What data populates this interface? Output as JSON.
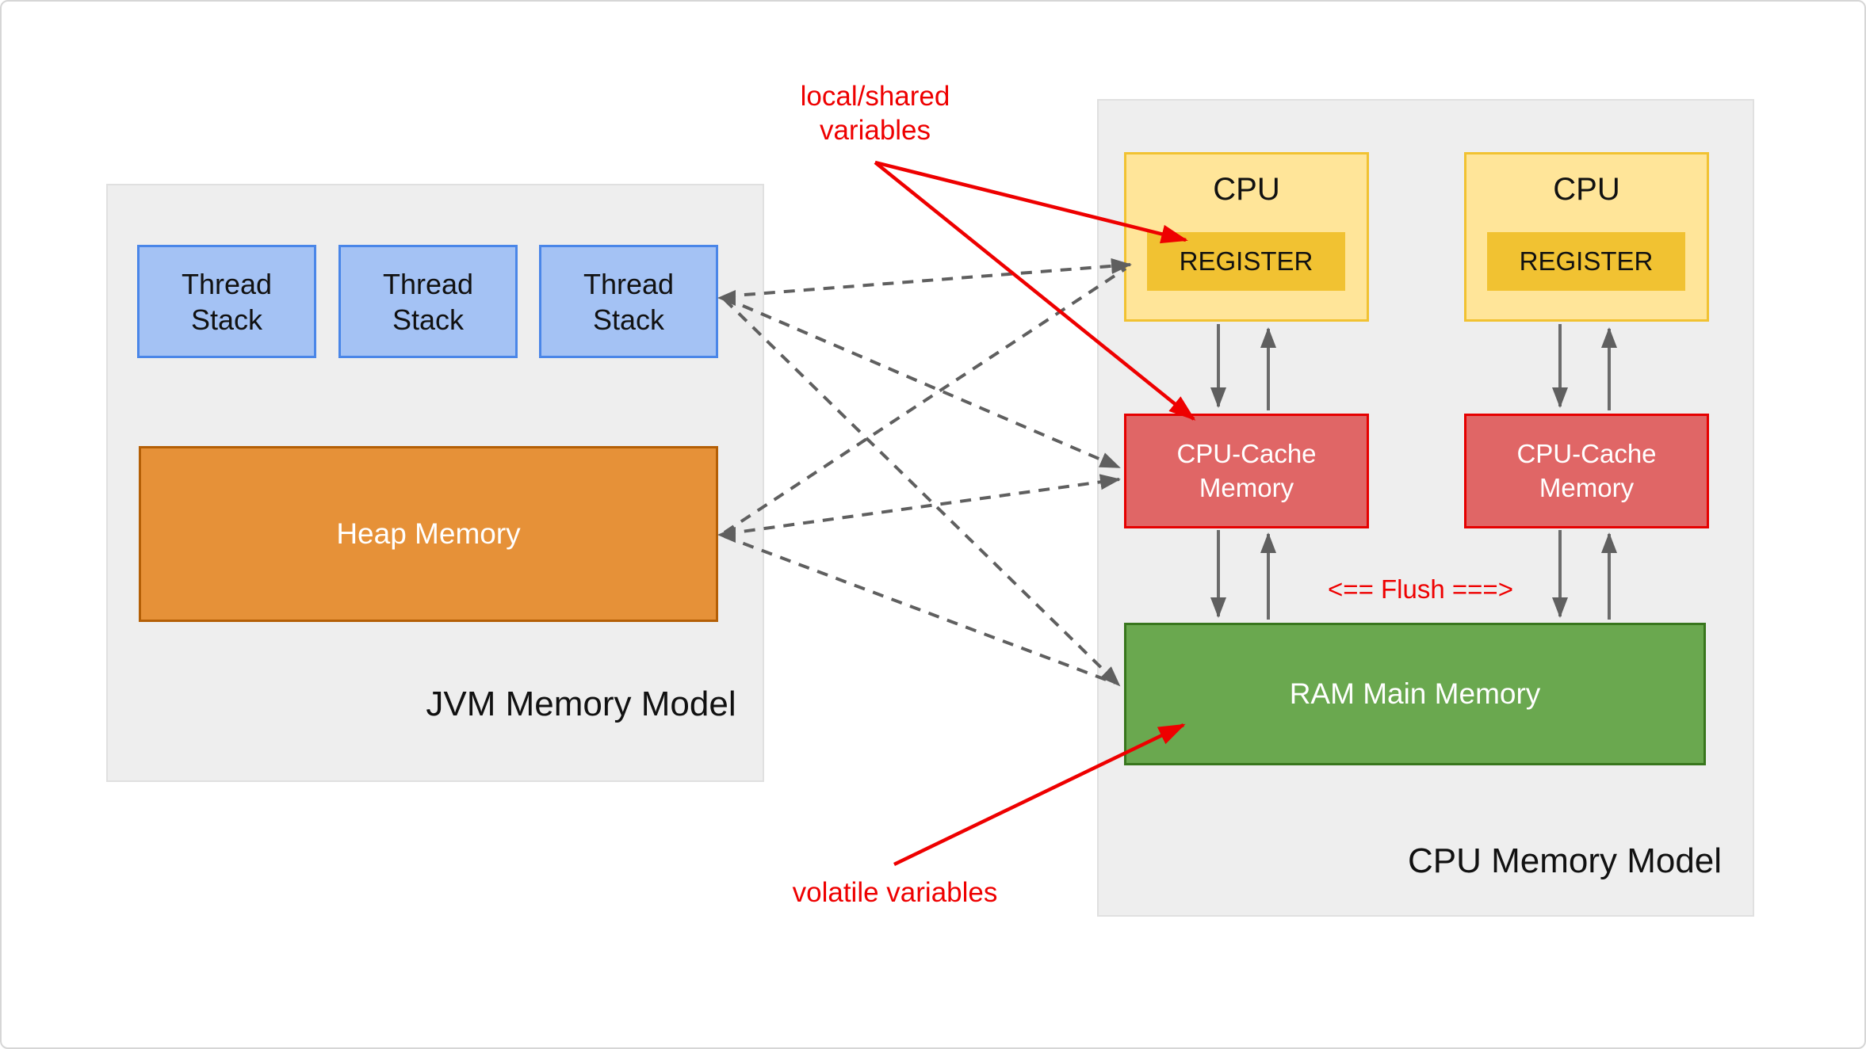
{
  "jvm_panel": {
    "label": "JVM Memory Model",
    "thread_stacks": [
      "Thread\nStack",
      "Thread\nStack",
      "Thread\nStack"
    ],
    "heap_label": "Heap Memory"
  },
  "cpu_panel": {
    "label": "CPU Memory Model",
    "cpus": [
      {
        "title": "CPU",
        "register_label": "REGISTER",
        "cache_label": "CPU-Cache\nMemory"
      },
      {
        "title": "CPU",
        "register_label": "REGISTER",
        "cache_label": "CPU-Cache\nMemory"
      }
    ],
    "ram_label": "RAM Main Memory",
    "flush_label": "<== Flush ===>"
  },
  "annotations": {
    "local_shared_label": "local/shared\nvariables",
    "volatile_label": "volatile variables"
  },
  "connections": {
    "dashed_bidirectional": [
      {
        "from": "thread-stack-3",
        "to": "register-1"
      },
      {
        "from": "heap-memory",
        "to": "register-1"
      },
      {
        "from": "thread-stack-3",
        "to": "cpu-cache-1"
      },
      {
        "from": "heap-memory",
        "to": "cpu-cache-1"
      },
      {
        "from": "thread-stack-3",
        "to": "ram-main-memory"
      },
      {
        "from": "heap-memory",
        "to": "ram-main-memory"
      }
    ],
    "solid_pairs": [
      {
        "between": [
          "cpu-1",
          "cpu-cache-1"
        ]
      },
      {
        "between": [
          "cpu-cache-1",
          "ram-main-memory"
        ]
      },
      {
        "between": [
          "cpu-2",
          "cpu-cache-2"
        ]
      },
      {
        "between": [
          "cpu-cache-2",
          "ram-main-memory"
        ]
      }
    ],
    "red_arrows": [
      {
        "from": "local/shared variables",
        "to": "register-1"
      },
      {
        "from": "local/shared variables",
        "to": "cpu-cache-1"
      },
      {
        "from": "volatile variables",
        "to": "ram-main-memory"
      }
    ]
  },
  "colors": {
    "panel_bg": "#eeeeee",
    "panel_border": "#e0e0e0",
    "thread_fill": "#a4c2f4",
    "thread_border": "#4a86e8",
    "heap_fill": "#e69138",
    "heap_border": "#b45f06",
    "cpu_fill": "#ffe599",
    "cpu_border": "#f1c232",
    "register_fill": "#f1c232",
    "cache_fill": "#e06666",
    "cache_border": "#e60000",
    "ram_fill": "#6aa84f",
    "ram_border": "#38761d",
    "arrow_gray": "#5f5f5f",
    "annotation_red": "#ee0000"
  }
}
